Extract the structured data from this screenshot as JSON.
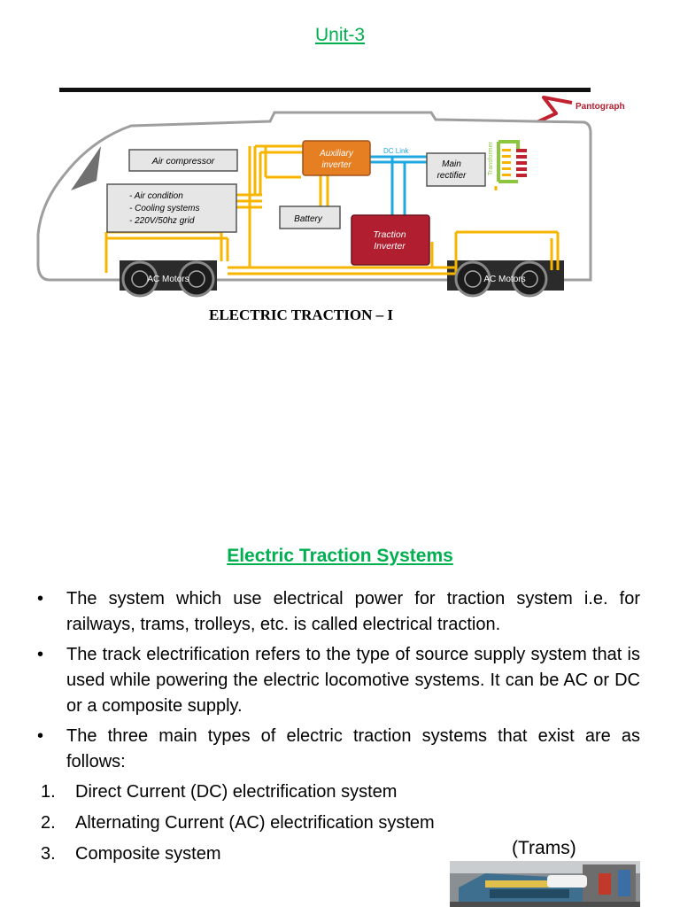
{
  "header": {
    "unit_title": "Unit-3"
  },
  "diagram": {
    "labels": {
      "pantograph": "Pantograph",
      "air_compressor": "Air compressor",
      "aux_inverter_line1": "Auxiliary",
      "aux_inverter_line2": "inverter",
      "dc_link": "DC Link",
      "transformer": "Transformer",
      "main_rectifier_line1": "Main",
      "main_rectifier_line2": "rectifier",
      "aux_load_1": "- Air condition",
      "aux_load_2": "- Cooling systems",
      "aux_load_3": "- 220V/50hz grid",
      "battery": "Battery",
      "traction_inverter_line1": "Traction",
      "traction_inverter_line2": "Inverter",
      "ac_motors_left": "AC Motors",
      "ac_motors_right": "AC Motors"
    },
    "colors": {
      "wiring": "#f7b500",
      "dc_link": "#1ea7e1",
      "pantograph": "#c0222f",
      "traction_inverter": "#b01e2f",
      "aux_inverter": "#e67e22",
      "transformer": "#8cc63f"
    },
    "caption": "ELECTRIC TRACTION – I"
  },
  "section": {
    "title": "Electric Traction Systems",
    "bullets": [
      "The system which use electrical power for traction system i.e. for railways, trams, trolleys, etc. is called electrical traction.",
      "The track electrification refers to the type of source supply system that is used while powering the electric locomotive systems. It can be AC or DC or a composite supply.",
      "The three main types of electric traction systems that exist are as follows:"
    ],
    "numbered": [
      {
        "num": "1.",
        "text": "Direct Current (DC) electrification system"
      },
      {
        "num": "2.",
        "text": "Alternating Current (AC) electrification system"
      },
      {
        "num": "3.",
        "text": "Composite system"
      }
    ],
    "trams_label": "(Trams)"
  }
}
